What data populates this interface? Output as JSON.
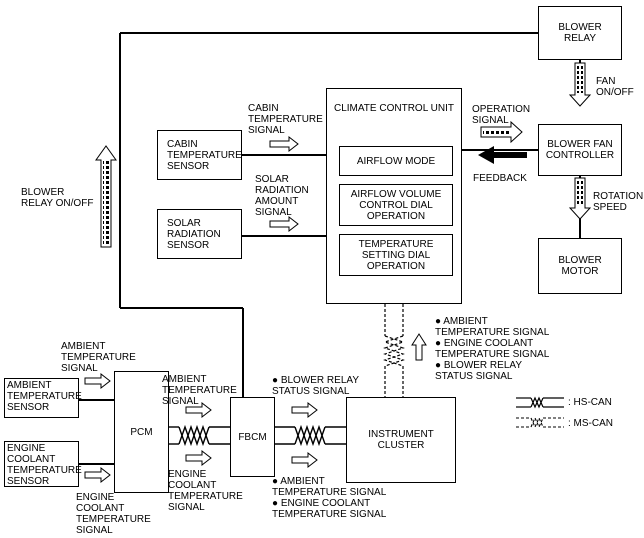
{
  "boxes": {
    "blower_relay": "BLOWER\nRELAY",
    "climate_control_unit": "CLIMATE CONTROL UNIT",
    "blower_fan_controller": "BLOWER FAN\nCONTROLLER",
    "blower_motor": "BLOWER\nMOTOR",
    "cabin_temperature_sensor": "CABIN\nTEMPERATURE\nSENSOR",
    "solar_radiation_sensor": "SOLAR\nRADIATION\nSENSOR",
    "airflow_mode": "AIRFLOW MODE",
    "airflow_volume_control": "AIRFLOW VOLUME\nCONTROL DIAL\nOPERATION",
    "temperature_setting": "TEMPERATURE\nSETTING DIAL\nOPERATION",
    "ambient_temperature_sensor": "AMBIENT\nTEMPERATURE\nSENSOR",
    "engine_coolant_temperature_sensor": "ENGINE\nCOOLANT\nTEMPERATURE\nSENSOR",
    "pcm": "PCM",
    "fbcm": "FBCM",
    "instrument_cluster": "INSTRUMENT\nCLUSTER"
  },
  "signals": {
    "cabin_temperature_signal": "CABIN\nTEMPERATURE\nSIGNAL",
    "solar_radiation_amount_signal": "SOLAR\nRADIATION\nAMOUNT\nSIGNAL",
    "operation_signal": "OPERATION\nSIGNAL",
    "feedback": "FEEDBACK",
    "fan_on_off": "FAN\nON/OFF",
    "rotation_speed": "ROTATION\nSPEED",
    "blower_relay_on_off": "BLOWER\nRELAY ON/OFF",
    "ambient_temperature_signal_in": "AMBIENT\nTEMPERATURE\nSIGNAL",
    "ambient_temperature_signal_pcm": "AMBIENT\nTEMPERATURE\nSIGNAL",
    "engine_coolant_temperature_signal_in": "ENGINE\nCOOLANT\nTEMPERATURE\nSIGNAL",
    "engine_coolant_temperature_signal_pcm": "ENGINE\nCOOLANT\nTEMPERATURE\nSIGNAL",
    "blower_relay_status_signal_fbcm": "● BLOWER RELAY\n   STATUS SIGNAL",
    "fbcm_to_cluster_bottom": "● AMBIENT\n   TEMPERATURE SIGNAL\n● ENGINE COOLANT\n   TEMPERATURE SIGNAL",
    "cluster_to_ccu": "● AMBIENT\n   TEMPERATURE SIGNAL\n● ENGINE COOLANT\n   TEMPERATURE SIGNAL\n● BLOWER RELAY\n   STATUS SIGNAL"
  },
  "legend": {
    "hs_can": ": HS-CAN",
    "ms_can": ": MS-CAN"
  }
}
